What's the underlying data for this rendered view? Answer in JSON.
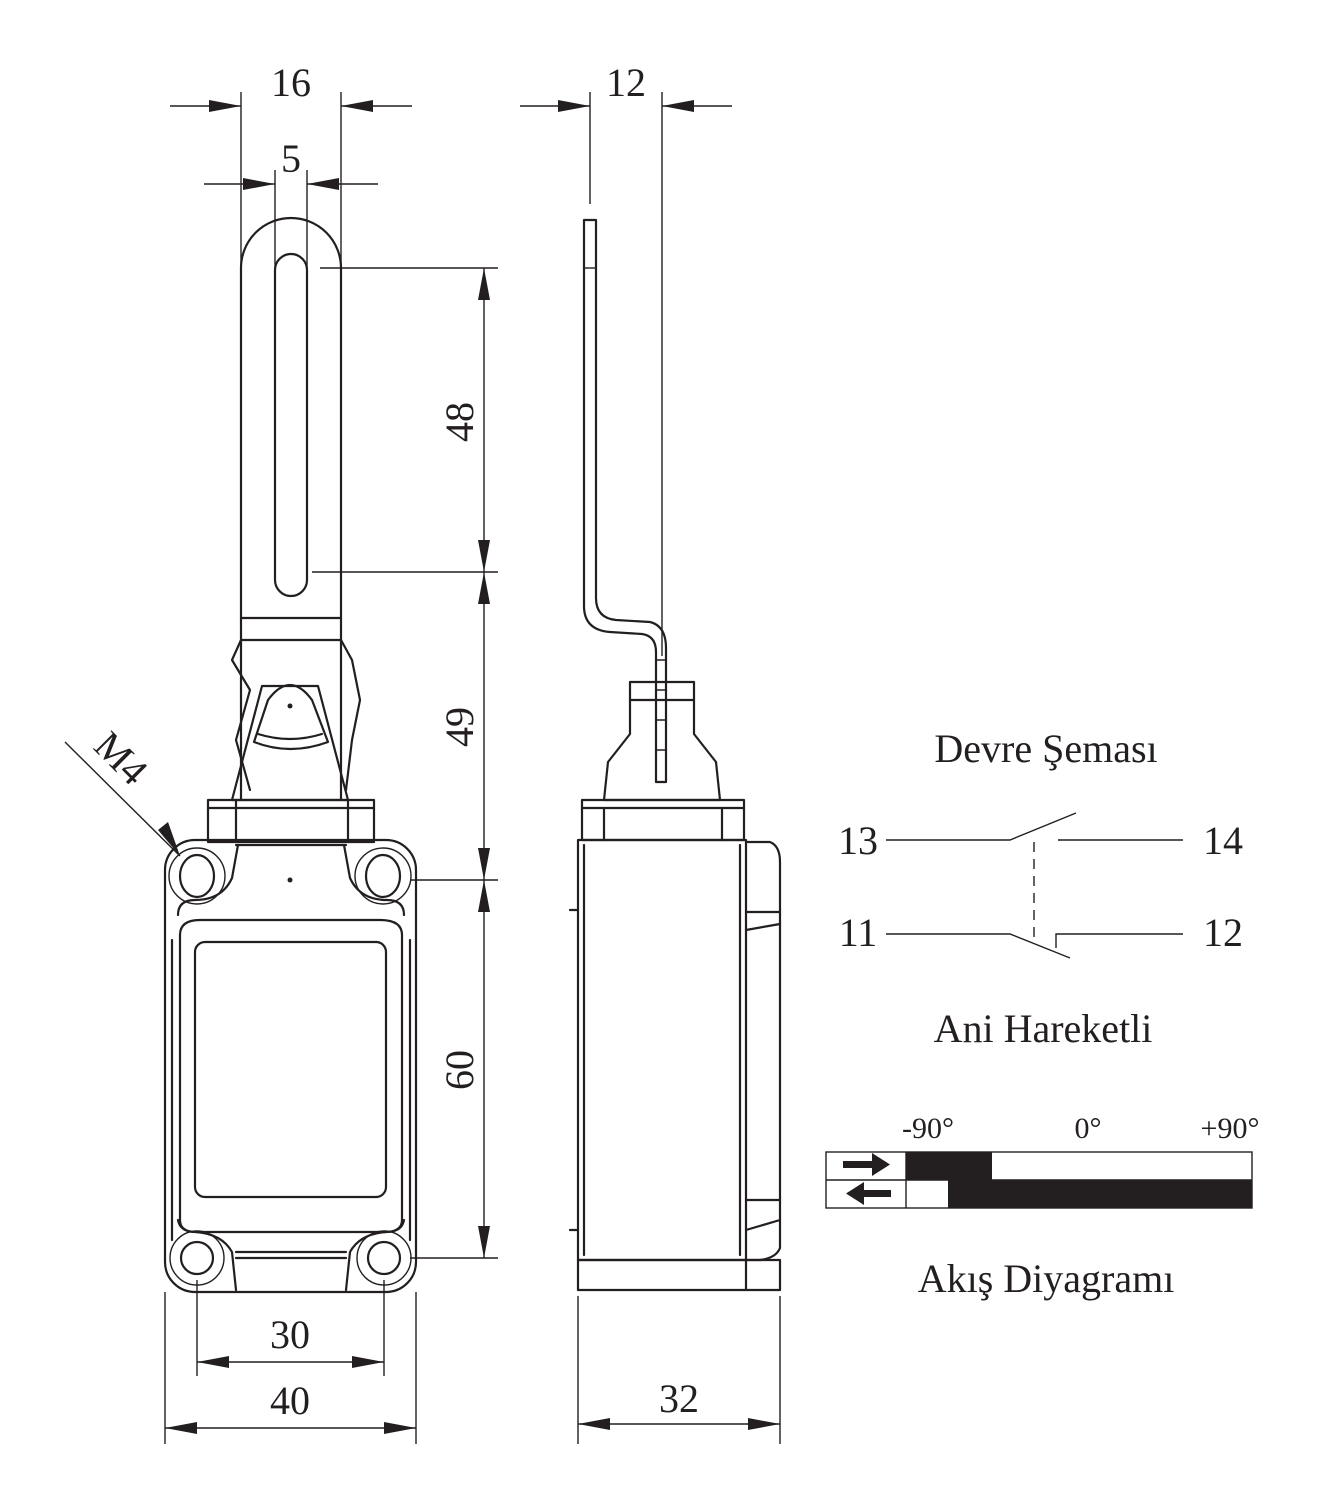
{
  "dimensions": {
    "lever_width": "16",
    "slot_width": "5",
    "side_lever_width": "12",
    "slot_length": "48",
    "lever_to_body": "49",
    "body_height": "60",
    "hole_spacing": "30",
    "body_width": "40",
    "body_depth": "32",
    "thread": "M4"
  },
  "circuit": {
    "title": "Devre Şeması",
    "terminal_13": "13",
    "terminal_14": "14",
    "terminal_11": "11",
    "terminal_12": "12",
    "subtitle": "Ani Hareketli"
  },
  "flow": {
    "angle_minus": "-90°",
    "angle_zero": "0°",
    "angle_plus": "+90°",
    "title": "Akış Diyagramı"
  },
  "colors": {
    "ink": "#231f20",
    "background": "#ffffff"
  }
}
